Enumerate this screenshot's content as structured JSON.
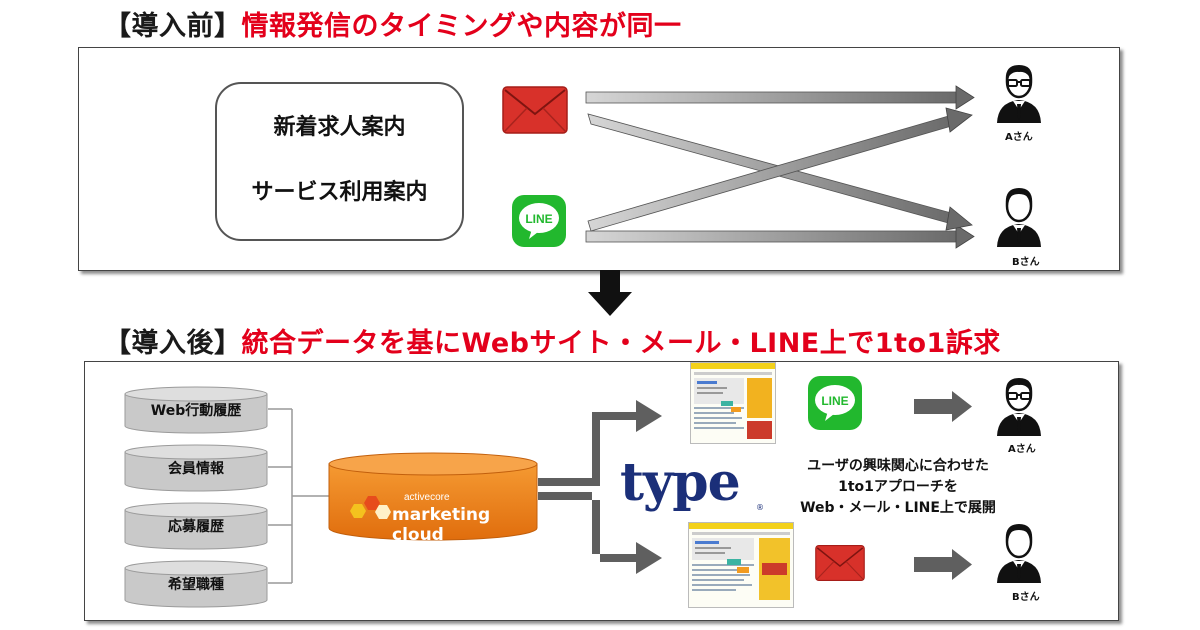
{
  "before": {
    "tag": "【導入前】",
    "description": "情報発信のタイミングや内容が同一",
    "content_box": [
      "新着求人案内",
      "サービス利用案内"
    ],
    "channel_icons": [
      "mail-icon",
      "line-icon"
    ],
    "line_icon_text": "LINE",
    "users": [
      "Aさん",
      "Bさん"
    ]
  },
  "after": {
    "tag": "【導入後】",
    "description": "統合データを基にWebサイト・メール・LINE上で1to1訴求",
    "databases": [
      "Web行動履歴",
      "会員情報",
      "応募履歴",
      "希望職種"
    ],
    "platform": {
      "small": "activecore",
      "main": "marketing cloud"
    },
    "logo": "type",
    "message": [
      "ユーザの興味関心に合わせた",
      "1to1アプローチを",
      "Web・メール・LINE上で展開"
    ],
    "line_icon_text": "LINE",
    "users": [
      "Aさん",
      "Bさん"
    ]
  },
  "colors": {
    "red_text": "#e3001b",
    "line_green": "#22b82e",
    "mail_red": "#d8312a",
    "activecore_orange": "#f07d18",
    "type_blue": "#1b2f79"
  }
}
